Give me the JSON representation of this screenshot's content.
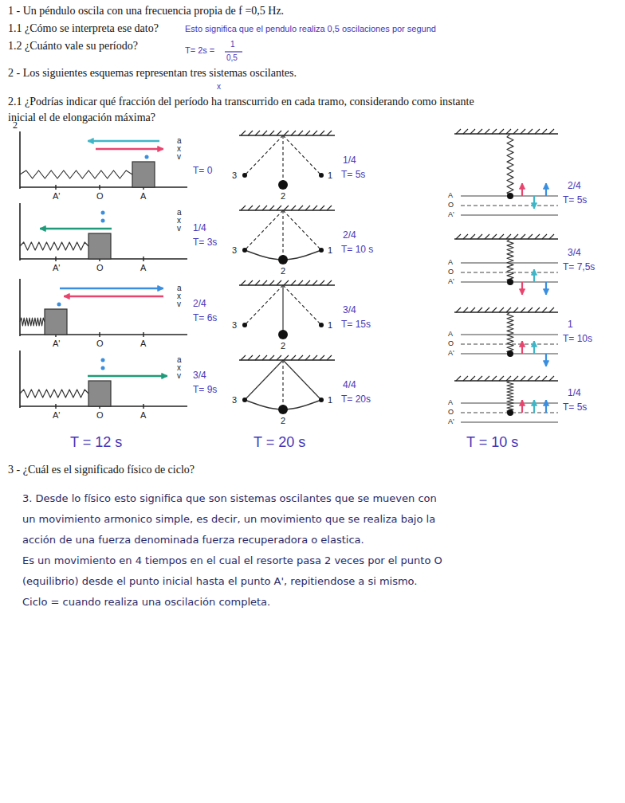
{
  "diagram": {
    "labels": [
      "1 - Un péndulo oscila con una frecuencia propia de f =0,5 Hz.",
      "1.1 ¿Cómo se interpreta ese dato?",
      "Esto significa que el pendulo realiza 0,5 oscilaciones por segund",
      "1.2 ¿Cuánto vale su período?",
      "T= 2s =",
      "1",
      "0,5",
      "2 - Los siguientes esquemas representan tres sistemas oscilantes.",
      "2.1 ¿Podrías indicar qué fracción del período ha transcurrido en cada tramo, considerando como instante inicial el de elongación máxima?",
      "x",
      "2",
      "a",
      "x",
      "v",
      "A'",
      "O",
      "A",
      "T= 0",
      "a",
      "x",
      "v",
      "A'",
      "O",
      "A",
      "1/4",
      "T= 3s",
      "a",
      "x",
      "v",
      "A'",
      "O",
      "A",
      "2/4",
      "T= 6s",
      "a",
      "x",
      "v",
      "A'",
      "O",
      "A",
      "3/4",
      "T= 9s",
      "T = 12 s",
      "3",
      "2",
      "1",
      "1/4",
      "T= 5s",
      "3",
      "2",
      "1",
      "2/4",
      "T= 10 s",
      "3",
      "2",
      "1",
      "3/4",
      "T= 15s",
      "3",
      "2",
      "1",
      "4/4",
      "T= 20s",
      "T = 20 s",
      "A",
      "O",
      "A'",
      "2/4",
      "T= 5s",
      "A",
      "O",
      "A'",
      "3/4",
      "T= 7,5s",
      "A",
      "O",
      "A'",
      "1",
      "T= 10s",
      "A",
      "O",
      "A'",
      "1/4",
      "T= 5s",
      "T = 10 s",
      "3 - ¿Cuál es el significado físico de ciclo?",
      "3. Desde lo físico esto significa que son sistemas oscilantes que se mueven con",
      "un movimiento armonico simple, es decir, un movimiento que se realiza bajo la",
      "acción de una fuerza denominada fuerza recuperadora o elastica.",
      "Es un movimiento en 4 tiempos en el cual el resorte pasa 2 veces por el punto O",
      "(equilibrio) desde el punto inicial hasta el punto A', repitiendose a si mismo.",
      "Ciclo = cuando realiza una oscilación completa."
    ]
  }
}
